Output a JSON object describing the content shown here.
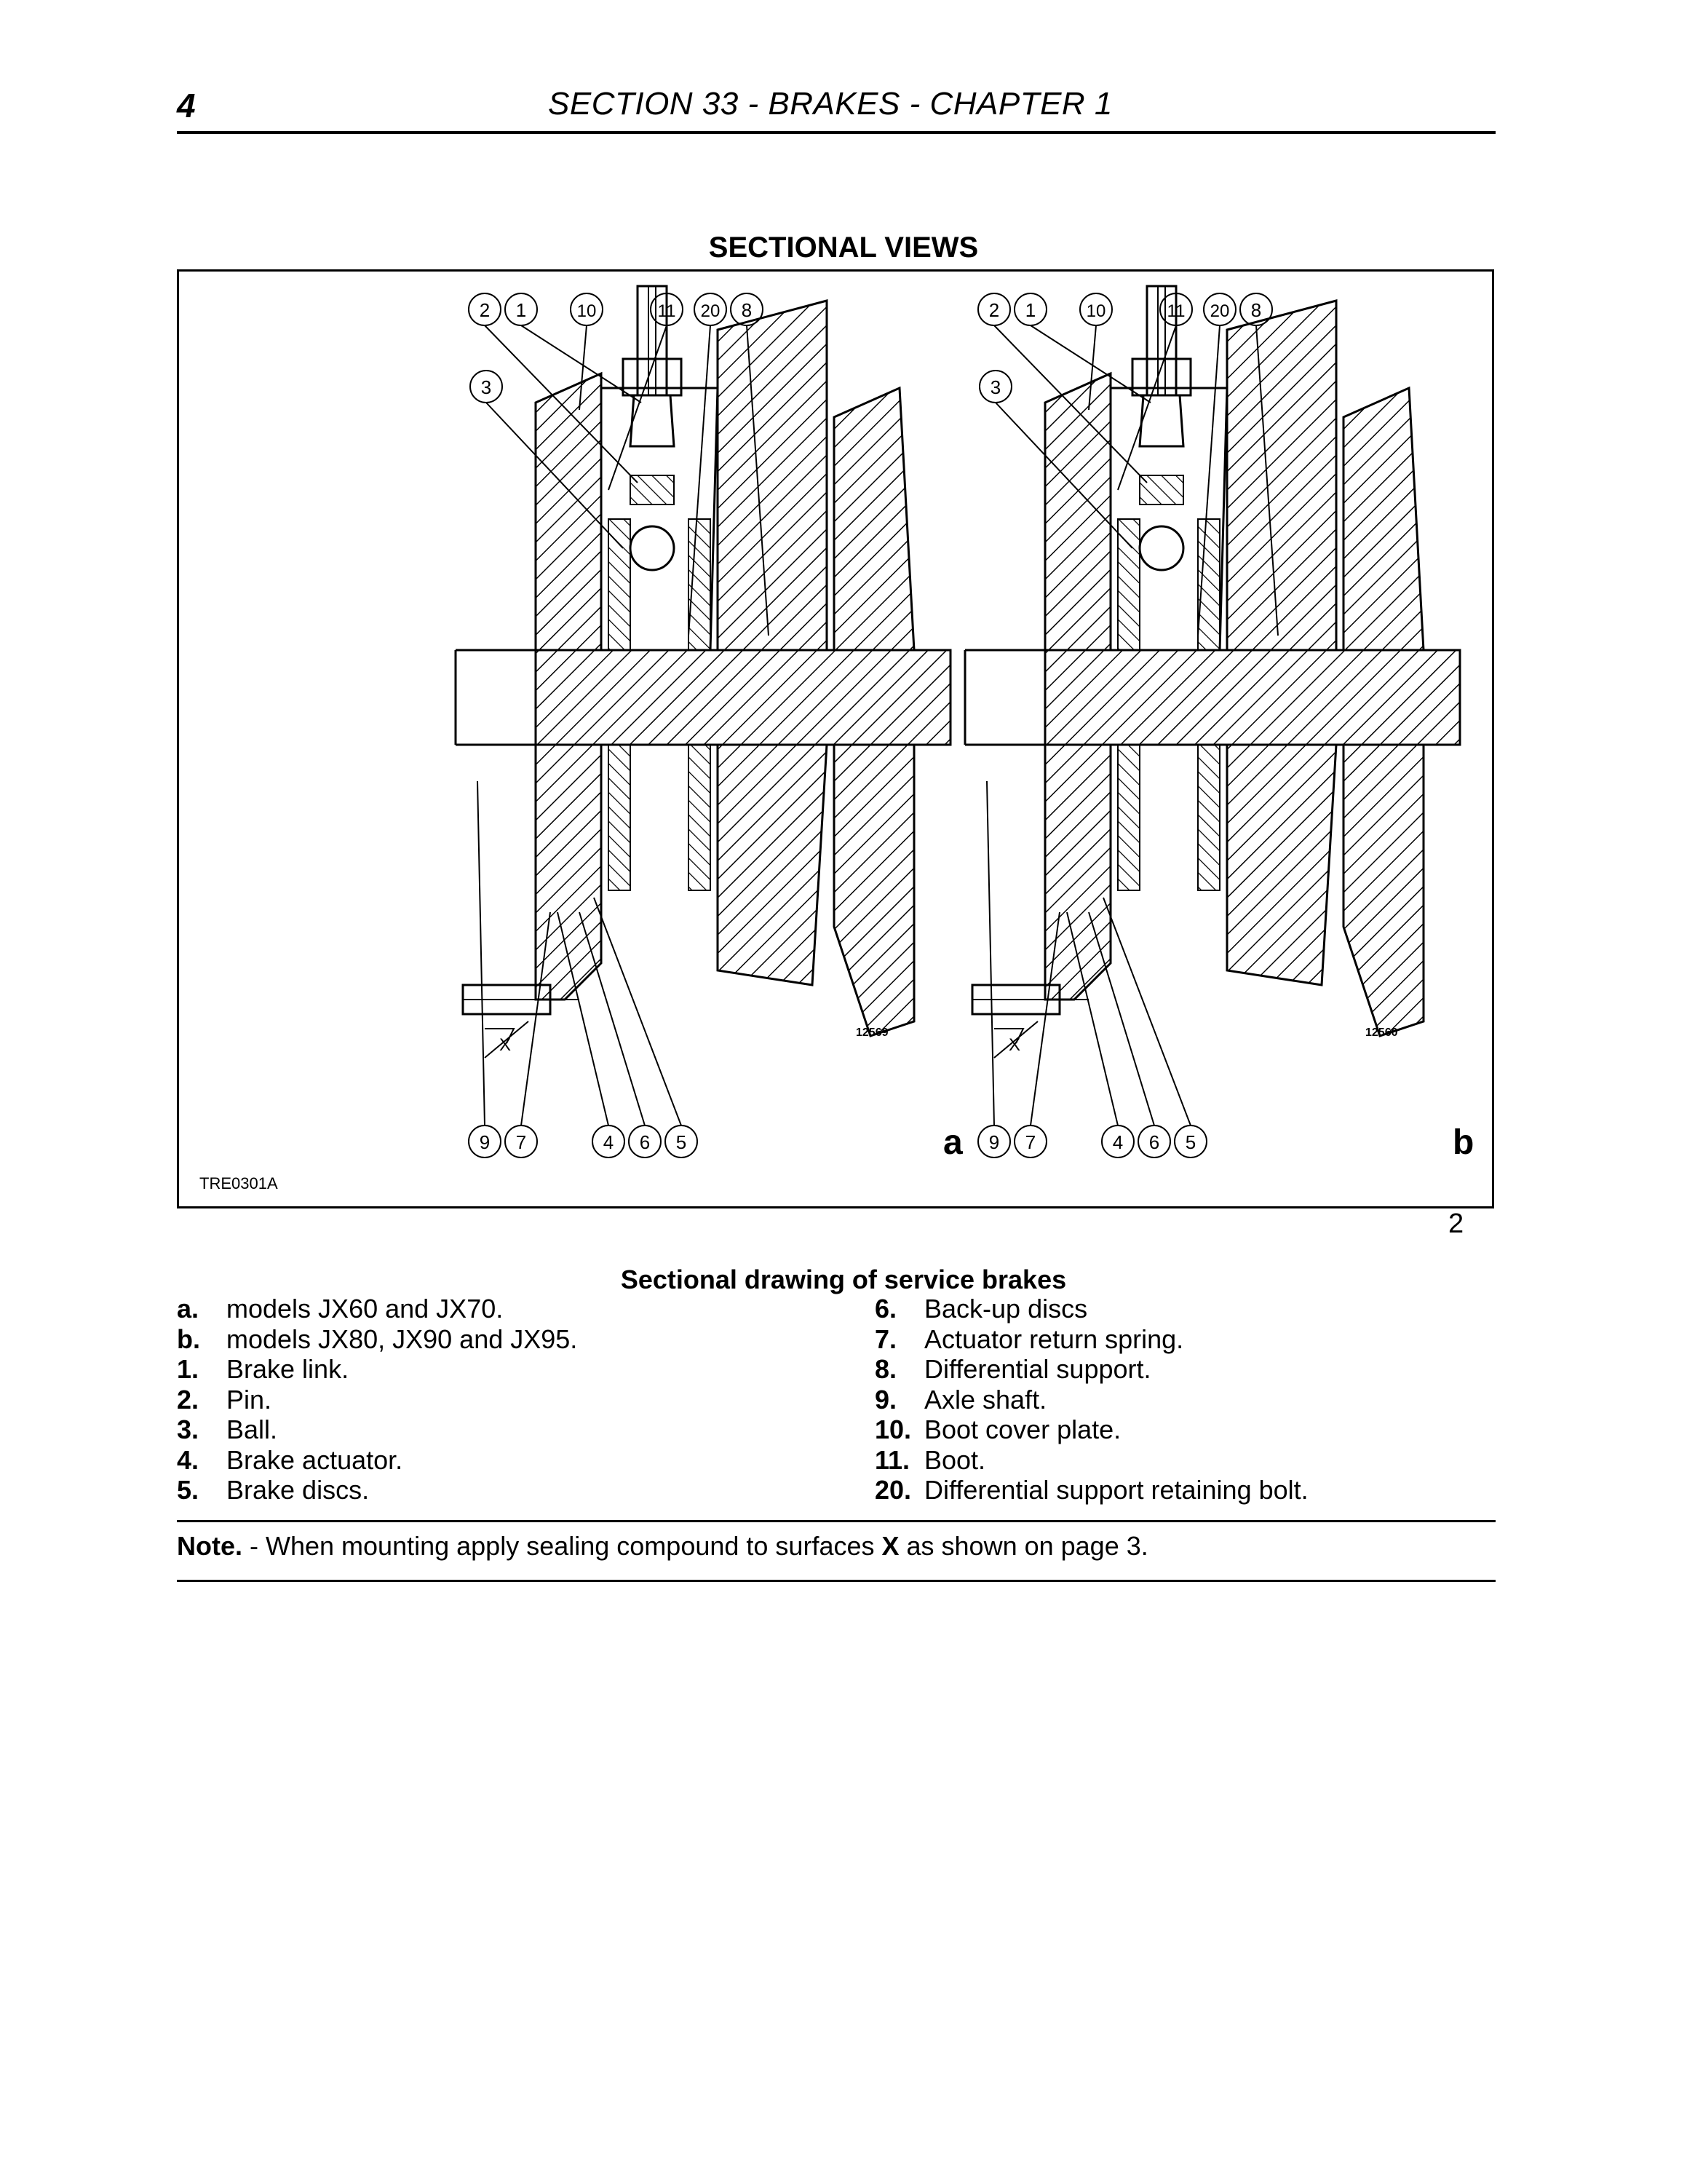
{
  "header": {
    "page_number": "4",
    "section_title": "SECTION 33 - BRAKES - CHAPTER 1"
  },
  "figure": {
    "heading": "SECTIONAL VIEWS",
    "code": "TRE0301A",
    "number": "2",
    "caption": "Sectional drawing of service brakes",
    "view_a": {
      "letter": "a",
      "drawing_no": "12569",
      "top_callouts": [
        "2",
        "1",
        "10",
        "11",
        "20",
        "8",
        "3"
      ],
      "bottom_callouts": [
        "9",
        "7",
        "4",
        "6",
        "5"
      ],
      "surface_mark": "X"
    },
    "view_b": {
      "letter": "b",
      "drawing_no": "12560",
      "top_callouts": [
        "2",
        "1",
        "10",
        "11",
        "20",
        "8",
        "3"
      ],
      "bottom_callouts": [
        "9",
        "7",
        "4",
        "6",
        "5"
      ],
      "surface_mark": "X"
    }
  },
  "legend": {
    "left": [
      {
        "key": "a.",
        "text": "models JX60 and JX70."
      },
      {
        "key": "b.",
        "text": "models JX80, JX90 and JX95."
      },
      {
        "key": "1.",
        "text": "Brake link."
      },
      {
        "key": "2.",
        "text": "Pin."
      },
      {
        "key": "3.",
        "text": "Ball."
      },
      {
        "key": "4.",
        "text": "Brake actuator."
      },
      {
        "key": "5.",
        "text": "Brake discs."
      }
    ],
    "right": [
      {
        "key": "6.",
        "text": "Back-up discs"
      },
      {
        "key": "7.",
        "text": "Actuator return spring."
      },
      {
        "key": "8.",
        "text": "Differential support."
      },
      {
        "key": "9.",
        "text": "Axle shaft."
      },
      {
        "key": "10.",
        "text": "Boot cover plate."
      },
      {
        "key": "11.",
        "text": "Boot."
      },
      {
        "key": "20.",
        "text": "Differential support retaining bolt."
      }
    ]
  },
  "note": {
    "label": "Note.",
    "text_before": " - When mounting apply sealing compound to surfaces ",
    "emphasis": "X",
    "text_after": " as shown on page 3."
  }
}
